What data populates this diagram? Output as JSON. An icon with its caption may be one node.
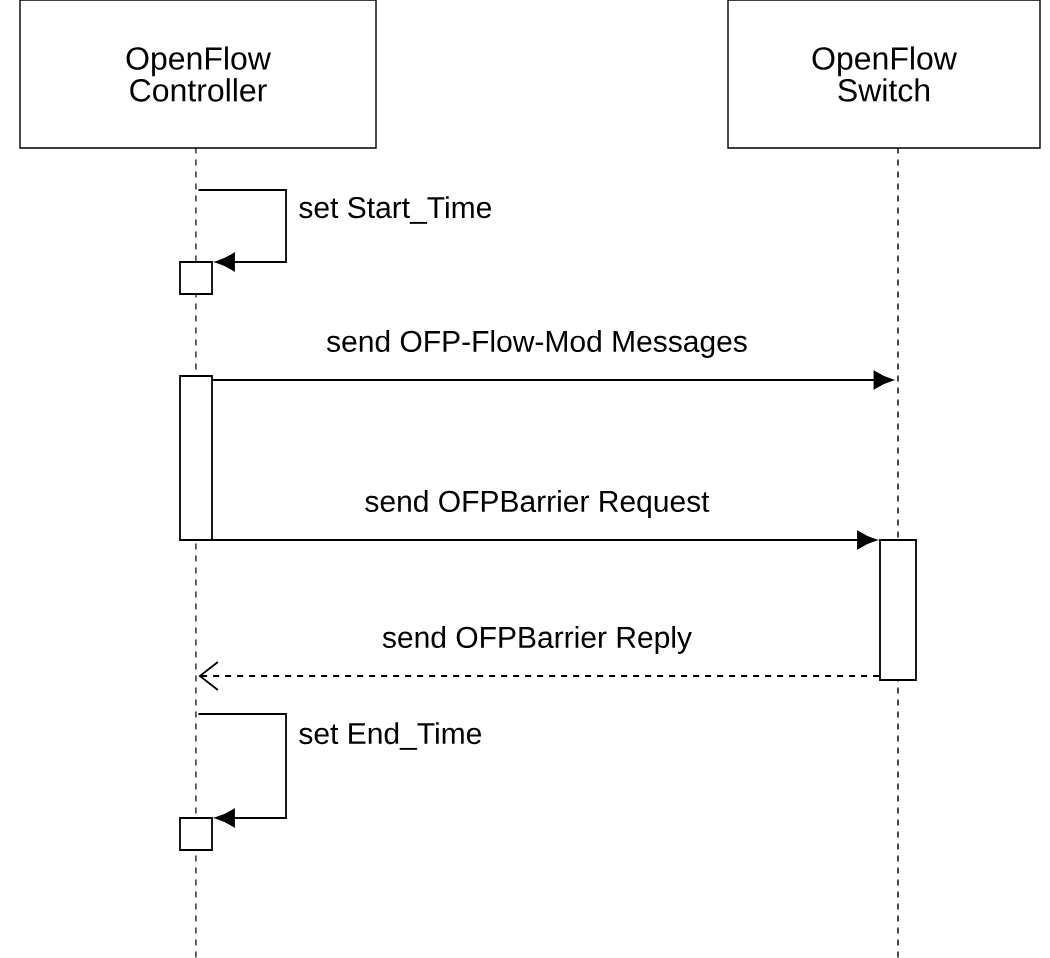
{
  "diagram": {
    "nodes": [
      {
        "text": [
          "OpenFlow Controller"
        ]
      },
      {
        "text": [
          "OpenFlow Switch"
        ]
      },
      {
        "text": [],
        "shape": "line"
      },
      {
        "text": [],
        "shape": "line"
      },
      {
        "text": [],
        "shape": "box"
      },
      {
        "text": [],
        "shape": "box"
      },
      {
        "text": [],
        "shape": "box"
      },
      {
        "text": [],
        "shape": "box"
      }
    ],
    "edges": [
      {
        "from": 2,
        "to": 4,
        "arrow": "to",
        "label": "set Start_Time"
      },
      {
        "from": 5,
        "to": 3,
        "arrow": "to",
        "label": "send OFP-Flow-Mod Messages"
      },
      {
        "from": 5,
        "to": 6,
        "arrow": "to",
        "label": "send OFPBarrier Request"
      },
      {
        "from": 6,
        "to": 2,
        "arrow": "to",
        "label": "send OFPBarrier Reply",
        "style": "dashed"
      },
      {
        "from": 2,
        "to": 7,
        "arrow": "to",
        "label": "set End_Time"
      }
    ]
  }
}
